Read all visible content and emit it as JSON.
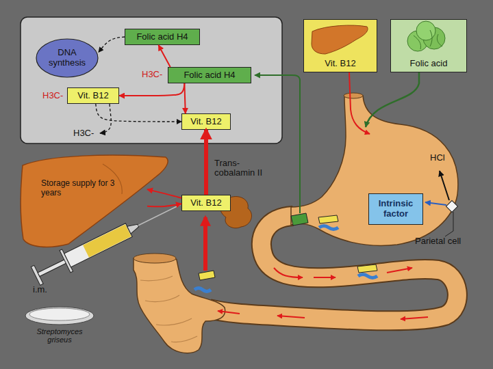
{
  "diagram": {
    "nodes": [
      {
        "text": [
          "Folic acid H4"
        ]
      },
      {
        "text": [
          "DNA synthesis"
        ]
      },
      {
        "text": [
          "Folic acid H4"
        ]
      },
      {
        "text": [
          "Vit. B12"
        ]
      },
      {
        "text": [
          "Vit. B12"
        ]
      },
      {
        "text": [
          "Vit. B12"
        ]
      },
      {
        "text": [
          "Folic acid"
        ]
      },
      {
        "text": [
          "Intrinsic factor"
        ]
      },
      {
        "text": [
          "Vit. B12"
        ]
      },
      {
        "text": [
          "Storage supply for 3 years"
        ]
      }
    ],
    "edges": [
      {
        "from": 0,
        "to": 1,
        "arrow": "to"
      },
      {
        "from": 2,
        "to": 0,
        "arrow": "to"
      },
      {
        "from": 2,
        "to": 4,
        "arrow": "to"
      },
      {
        "from": 2,
        "to": 3,
        "arrow": "to"
      },
      {
        "from": 3,
        "to": 4,
        "arrow": "to"
      },
      {
        "from": 8,
        "to": 4,
        "arrow": "to"
      },
      {
        "from": 9,
        "to": 8,
        "arrow": "to"
      },
      {
        "from": 8,
        "to": 9,
        "arrow": "to"
      }
    ],
    "labels": [
      "H3C-",
      "H3C-",
      "H3C-",
      "Trans- cobalamin II",
      "HCl",
      "Parietal cell",
      "i.m.",
      "Streptomyces griseus"
    ]
  }
}
